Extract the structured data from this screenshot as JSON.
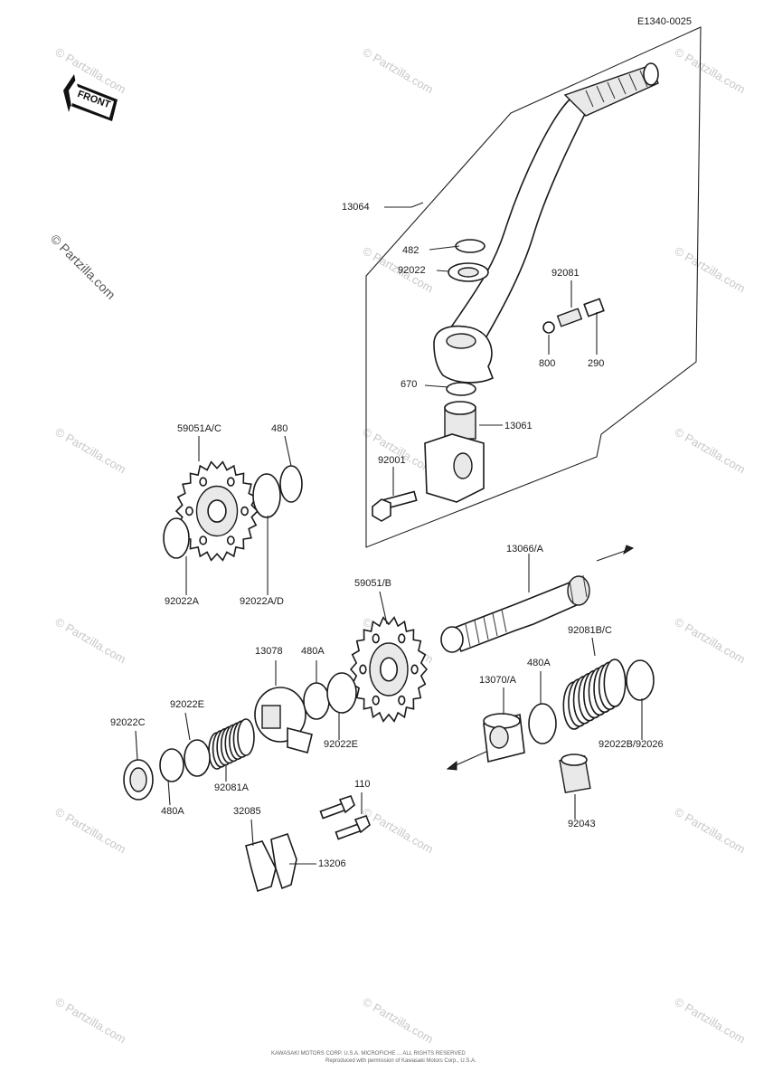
{
  "diagram": {
    "code": "E1340-0025",
    "front_label": "FRONT",
    "side_watermark": "© Partzilla.com"
  },
  "watermark": {
    "text": "© Partzilla.com"
  },
  "part_labels": [
    {
      "id": "13064",
      "text": "13064"
    },
    {
      "id": "482",
      "text": "482"
    },
    {
      "id": "92022",
      "text": "92022"
    },
    {
      "id": "92081",
      "text": "92081"
    },
    {
      "id": "800",
      "text": "800"
    },
    {
      "id": "290",
      "text": "290"
    },
    {
      "id": "670",
      "text": "670"
    },
    {
      "id": "13061",
      "text": "13061"
    },
    {
      "id": "92001",
      "text": "92001"
    },
    {
      "id": "59051AC",
      "text": "59051A/C"
    },
    {
      "id": "480",
      "text": "480"
    },
    {
      "id": "92022A",
      "text": "92022A"
    },
    {
      "id": "92022AD",
      "text": "92022A/D"
    },
    {
      "id": "13066A",
      "text": "13066/A"
    },
    {
      "id": "59051B",
      "text": "59051/B"
    },
    {
      "id": "13078",
      "text": "13078"
    },
    {
      "id": "480A_1",
      "text": "480A"
    },
    {
      "id": "92081BC",
      "text": "92081B/C"
    },
    {
      "id": "480A_2",
      "text": "480A"
    },
    {
      "id": "13070A",
      "text": "13070/A"
    },
    {
      "id": "92022E_1",
      "text": "92022E"
    },
    {
      "id": "92022C",
      "text": "92022C"
    },
    {
      "id": "92022E_2",
      "text": "92022E"
    },
    {
      "id": "92022B92026",
      "text": "92022B/92026"
    },
    {
      "id": "92081A",
      "text": "92081A"
    },
    {
      "id": "480A_3",
      "text": "480A"
    },
    {
      "id": "110",
      "text": "110"
    },
    {
      "id": "32085",
      "text": "32085"
    },
    {
      "id": "13206",
      "text": "13206"
    },
    {
      "id": "92043",
      "text": "92043"
    }
  ],
  "footer": {
    "line1": "KAWASAKI MOTORS CORP. U.S.A. MICROFICHE ... ALL RIGHTS RESERVED",
    "line2": "Reproduced with permission of Kawasaki Motors Corp., U.S.A."
  }
}
